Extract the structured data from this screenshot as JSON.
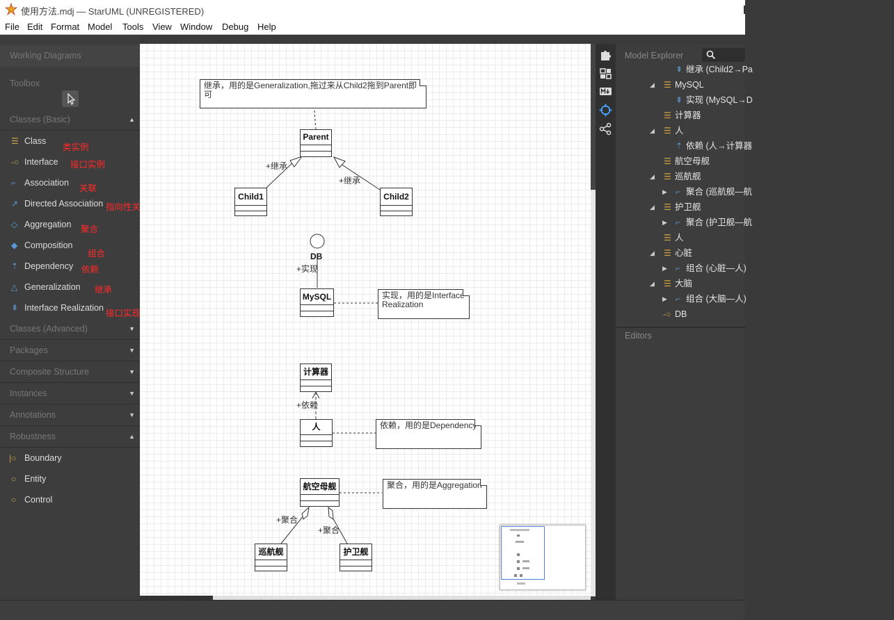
{
  "window": {
    "title": "使用方法.mdj — StarUML (UNREGISTERED)"
  },
  "menu": [
    "File",
    "Edit",
    "Format",
    "Model",
    "Tools",
    "View",
    "Window",
    "Debug",
    "Help"
  ],
  "left_panel": {
    "working_diagrams": "Working Diagrams",
    "toolbox": "Toolbox",
    "classes_basic": "Classes (Basic)",
    "tools_basic": [
      {
        "label": "Class",
        "icon": "class-icon",
        "note": "类实例"
      },
      {
        "label": "Interface",
        "icon": "interface-icon",
        "note": "接口实例"
      },
      {
        "label": "Association",
        "icon": "association-icon",
        "note": "关联"
      },
      {
        "label": "Directed Association",
        "icon": "directed-association-icon",
        "note": "指向性关联"
      },
      {
        "label": "Aggregation",
        "icon": "aggregation-icon",
        "note": "聚合"
      },
      {
        "label": "Composition",
        "icon": "composition-icon",
        "note": "组合"
      },
      {
        "label": "Dependency",
        "icon": "dependency-icon",
        "note": "依赖"
      },
      {
        "label": "Generalization",
        "icon": "generalization-icon",
        "note": "继承"
      },
      {
        "label": "Interface Realization",
        "icon": "interface-realization-icon",
        "note": "接口实现"
      }
    ],
    "collapsed_sections": [
      "Classes (Advanced)",
      "Packages",
      "Composite Structure",
      "Instances",
      "Annotations"
    ],
    "robustness": "Robustness",
    "tools_robustness": [
      {
        "label": "Boundary",
        "icon": "boundary-icon"
      },
      {
        "label": "Entity",
        "icon": "entity-icon"
      },
      {
        "label": "Control",
        "icon": "control-icon"
      }
    ]
  },
  "diagram": {
    "classes": {
      "parent": "Parent",
      "child1": "Child1",
      "child2": "Child2",
      "db": "DB",
      "mysql": "MySQL",
      "calculator": "计算器",
      "person": "人",
      "carrier": "航空母舰",
      "cruiser": "巡航舰",
      "frigate": "护卫舰"
    },
    "notes": {
      "generalization": "继承，用的是Generalization,拖过来从Child2拖到Parent即可",
      "realization_line1": "实现，用的是Interface",
      "realization_line2": "Realization",
      "dependency": "依赖，用的是Dependency",
      "aggregation": "聚合，用的是Aggregation"
    },
    "edge_labels": {
      "inherit1": "+继承",
      "inherit2": "+继承",
      "implement": "+实现",
      "depend": "+依赖",
      "agg1": "+聚合",
      "agg2": "+聚合"
    }
  },
  "model_explorer": {
    "title": "Model Explorer",
    "rows": [
      {
        "label": "继承 (Child2→Pa",
        "icon": "generalization-icon",
        "caret": ""
      },
      {
        "label": "MySQL",
        "icon": "class-icon",
        "caret": "▲"
      },
      {
        "label": "实现 (MySQL→D",
        "icon": "interface-realization-icon",
        "caret": ""
      },
      {
        "label": "计算器",
        "icon": "class-icon",
        "caret": ""
      },
      {
        "label": "人",
        "icon": "class-icon",
        "caret": "▲"
      },
      {
        "label": "依赖 (人→计算器",
        "icon": "dependency-icon",
        "caret": ""
      },
      {
        "label": "航空母舰",
        "icon": "class-icon",
        "caret": ""
      },
      {
        "label": "巡航舰",
        "icon": "class-icon",
        "caret": "▲"
      },
      {
        "label": "聚合 (巡航舰—航",
        "icon": "aggregation-icon",
        "caret": "▶"
      },
      {
        "label": "护卫舰",
        "icon": "class-icon",
        "caret": "▲"
      },
      {
        "label": "聚合 (护卫舰—航",
        "icon": "aggregation-icon",
        "caret": "▶"
      },
      {
        "label": "人",
        "icon": "class-icon",
        "caret": ""
      },
      {
        "label": "心脏",
        "icon": "class-icon",
        "caret": "▲"
      },
      {
        "label": "组合 (心脏—人)",
        "icon": "composition-icon",
        "caret": "▶"
      },
      {
        "label": "大脑",
        "icon": "class-icon",
        "caret": "▲"
      },
      {
        "label": "组合 (大脑—人)",
        "icon": "composition-icon",
        "caret": "▶"
      },
      {
        "label": "DB",
        "icon": "interface-icon",
        "caret": ""
      }
    ]
  },
  "editors": {
    "title": "Editors"
  }
}
